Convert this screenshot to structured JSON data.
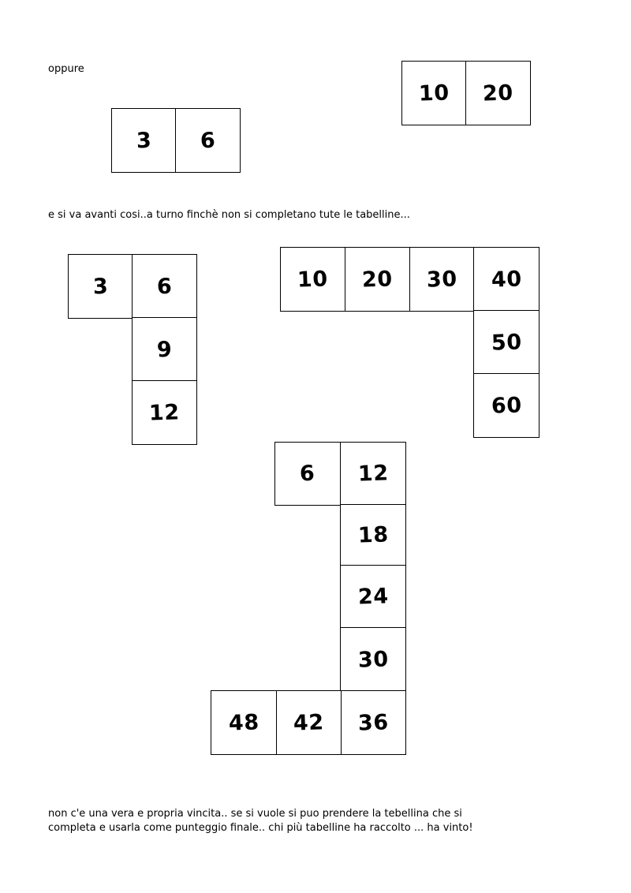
{
  "texts": {
    "oppure": "oppure",
    "instruction": "e si va avanti cosi..a turno  finchè non si completano tute le tabelline...",
    "footer_line1": "non c'e una vera e propria vincita.. se si vuole si puo prendere la tebellina che si",
    "footer_line2": "completa e usarla come punteggio finale.. chi più tabelline ha raccolto ... ha vinto!"
  },
  "tiles": {
    "example_3": [
      "3",
      "6"
    ],
    "example_10": [
      "10",
      "20"
    ],
    "table_3": [
      "3",
      "6",
      "9",
      "12"
    ],
    "table_10": [
      "10",
      "20",
      "30",
      "40",
      "50",
      "60"
    ],
    "table_6": [
      "6",
      "12",
      "18",
      "24",
      "30",
      "36",
      "42",
      "48"
    ]
  }
}
